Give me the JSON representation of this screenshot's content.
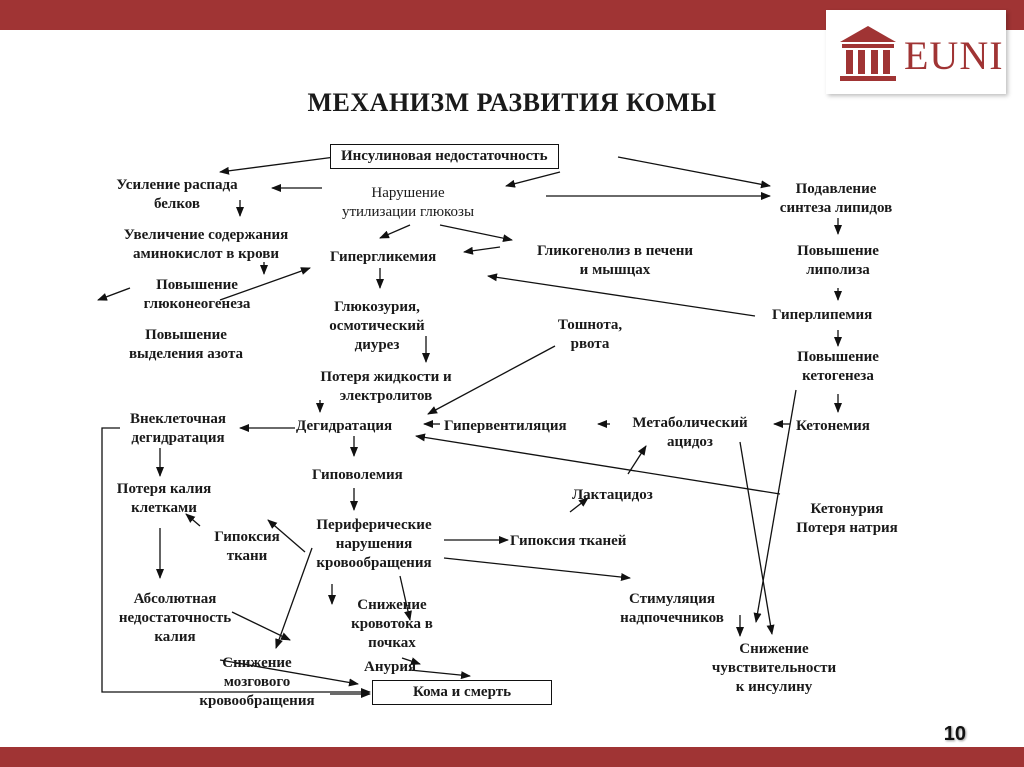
{
  "logo": {
    "text": "EUNI",
    "color": "#a03434"
  },
  "title": "МЕХАНИЗМ РАЗВИТИЯ КОМЫ",
  "nodes": {
    "insulin": "Инсулиновая недостаточность",
    "protein1": "Усиление распада",
    "protein2": "белков",
    "glucose1": "Нарушение",
    "glucose2": "утилизации глюкозы",
    "lipid1": "Подавление",
    "lipid2": "синтеза липидов",
    "amino1": "Увеличение содержания",
    "amino2": "аминокислот в крови",
    "hyperglyc": "Гипергликемия",
    "glycogen1": "Гликогенолиз в печени",
    "glycogen2": "и мышцах",
    "lipolysis1": "Повышение",
    "lipolysis2": "липолиза",
    "gluconeo1": "Повышение",
    "gluconeo2": "глюконеогенеза",
    "nitrogen1": "Повышение",
    "nitrogen2": "выделения азота",
    "glucosuria1": "Глюкозурия,",
    "glucosuria2": "осмотический",
    "glucosuria3": "диурез",
    "nausea1": "Тошнота,",
    "nausea2": "рвота",
    "hyperlip": "Гиперлипемия",
    "keto1": "Повышение",
    "keto2": "кетогенеза",
    "fluid1": "Потеря жидкости и",
    "fluid2": "электролитов",
    "extracell1": "Внеклеточная",
    "extracell2": "дегидратация",
    "dehydr": "Дегидратация",
    "hypervent": "Гипервентиляция",
    "metacid1": "Метаболический",
    "metacid2": "ацидоз",
    "ketonemia": "Кетонемия",
    "hypovol": "Гиповолемия",
    "potassium1": "Потеря калия",
    "potassium2": "клетками",
    "lactacid": "Лактацидоз",
    "ketonuria1": "Кетонурия",
    "ketonuria2": "Потеря натрия",
    "hypoxia1": "Гипоксия",
    "hypoxia2": "ткани",
    "periph1": "Периферические",
    "periph2": "нарушения",
    "periph3": "кровообращения",
    "hypoxiat": "Гипоксия тканей",
    "abs1": "Абсолютная",
    "abs2": "недостаточность",
    "abs3": "калия",
    "renal1": "Снижение",
    "renal2": "кровотока в",
    "renal3": "почках",
    "adrenal1": "Стимуляция",
    "adrenal2": "надпочечников",
    "anuria": "Анурия",
    "brain1": "Снижение",
    "brain2": "мозгового",
    "brain3": "кровообращения",
    "coma": "Кома и смерть",
    "sens1": "Снижение",
    "sens2": "чувствительности",
    "sens3": "к инсулину"
  },
  "page_number": "10"
}
